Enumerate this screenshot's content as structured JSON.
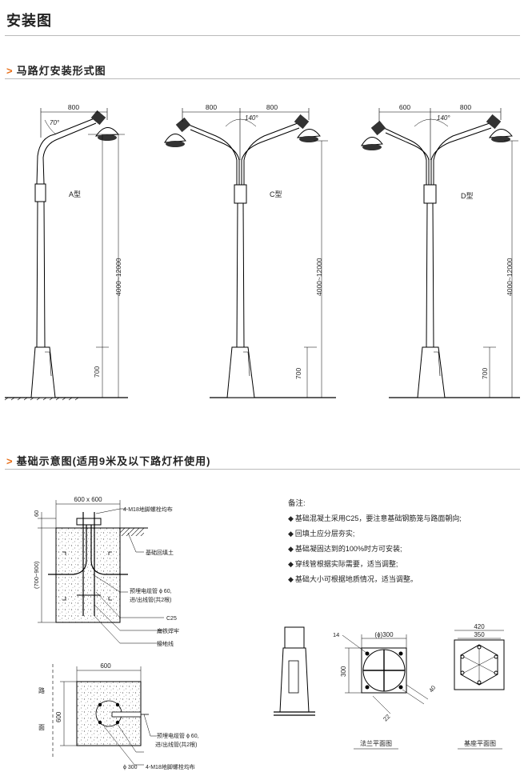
{
  "page": {
    "title": "安装图"
  },
  "section1": {
    "arrow": ">",
    "title": "马路灯安装形式图"
  },
  "section2": {
    "arrow": ">",
    "title": "基础示意图(适用9米及以下路灯杆使用)"
  },
  "poles": {
    "a": {
      "label": "A型",
      "dim_top_1": "800",
      "angle": "70°",
      "height": "4000~12000",
      "base": "700"
    },
    "c": {
      "label": "C型",
      "dim_top_1": "800",
      "dim_top_2": "800",
      "angle": "140°",
      "height": "4000~12000",
      "base": "700"
    },
    "d": {
      "label": "D型",
      "dim_top_1": "600",
      "dim_top_2": "800",
      "angle": "140°",
      "height": "4000~12000",
      "base": "700"
    }
  },
  "foundation_section": {
    "top_dim": "600 x 600",
    "left_dim_1": "60",
    "left_dim_2": "(700~900)",
    "labels": {
      "bolt": "4-M18地脚螺栓均布",
      "backfill": "基础回填土",
      "conduit_1": "预埋电缆管 ϕ 60,",
      "conduit_2": "进/出线管(共2根)",
      "c25": "C25",
      "flat_steel": "扁铁焊牢",
      "ground": "接地线"
    }
  },
  "foundation_plan": {
    "top_dim": "600",
    "left_dim": "600",
    "road_1": "路",
    "road_2": "面",
    "conduit_1": "预埋电缆管 ϕ 60,",
    "conduit_2": "进/出线管(共2根)",
    "diameter": "ϕ 300",
    "bolt": "4-M18地脚螺栓均布"
  },
  "notes": {
    "heading": "备注:",
    "items": [
      "基础混凝土采用C25，要注意基础钢筋笼与路面朝向;",
      "回填土应分层夯实;",
      "基础凝固达到的100%时方可安装;",
      "穿线管根据实际需要，适当调整;",
      "基础大小可根据地质情况，适当调整。"
    ]
  },
  "flange": {
    "dim_dia": "(ϕ)300",
    "dim_14": "14",
    "dim_300": "300",
    "dim_40": "40",
    "dim_22": "22",
    "caption": "法兰平面图"
  },
  "base_plan": {
    "dim_420": "420",
    "dim_350": "350",
    "caption": "基座平面图"
  }
}
